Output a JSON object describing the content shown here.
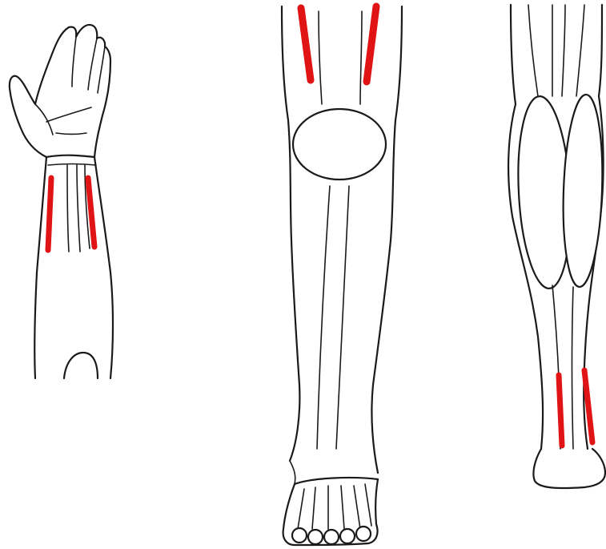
{
  "figure": {
    "panels": [
      {
        "id": "forearm",
        "view": "forearm-and-hand"
      },
      {
        "id": "leg-front",
        "view": "lower-leg-anterior"
      },
      {
        "id": "leg-back",
        "view": "lower-leg-posterior"
      }
    ],
    "highlight_color": "#e01414",
    "line_color": "#1a1a1a",
    "background": "#ffffff"
  }
}
